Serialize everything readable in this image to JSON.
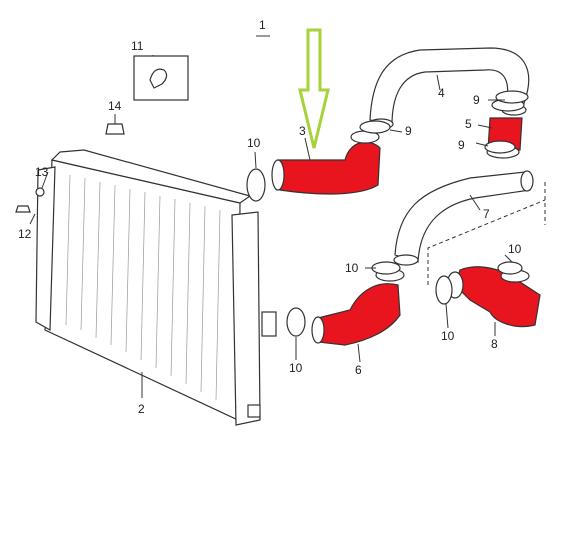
{
  "diagram": {
    "parts": [
      {
        "id": "p1",
        "label": "1"
      },
      {
        "id": "p2",
        "label": "2"
      },
      {
        "id": "p3",
        "label": "3"
      },
      {
        "id": "p4",
        "label": "4"
      },
      {
        "id": "p5",
        "label": "5"
      },
      {
        "id": "p6",
        "label": "6"
      },
      {
        "id": "p7",
        "label": "7"
      },
      {
        "id": "p8",
        "label": "8"
      },
      {
        "id": "p9a",
        "label": "9"
      },
      {
        "id": "p9b",
        "label": "9"
      },
      {
        "id": "p9c",
        "label": "9"
      },
      {
        "id": "p10a",
        "label": "10"
      },
      {
        "id": "p10b",
        "label": "10"
      },
      {
        "id": "p10c",
        "label": "10"
      },
      {
        "id": "p10d",
        "label": "10"
      },
      {
        "id": "p10e",
        "label": "10"
      },
      {
        "id": "p11",
        "label": "11"
      },
      {
        "id": "p12",
        "label": "12"
      },
      {
        "id": "p13",
        "label": "13"
      },
      {
        "id": "p14",
        "label": "14"
      }
    ],
    "colors": {
      "line": "#333333",
      "highlight": "#e8141e",
      "arrow": "#a6d23a"
    }
  }
}
